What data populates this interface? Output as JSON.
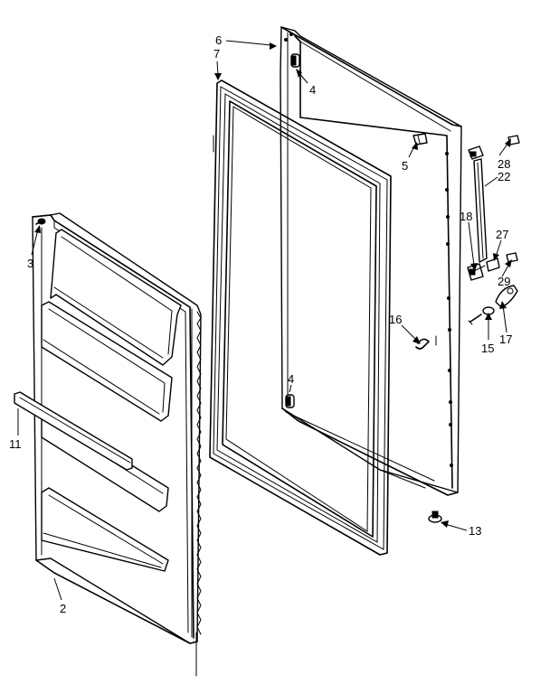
{
  "diagram": {
    "type": "exploded-parts-view",
    "callouts": [
      {
        "id": "label-2",
        "text": "2"
      },
      {
        "id": "label-3",
        "text": "3"
      },
      {
        "id": "label-4-top",
        "text": "4"
      },
      {
        "id": "label-4-bottom",
        "text": "4"
      },
      {
        "id": "label-5",
        "text": "5"
      },
      {
        "id": "label-6",
        "text": "6"
      },
      {
        "id": "label-7",
        "text": "7"
      },
      {
        "id": "label-11",
        "text": "11"
      },
      {
        "id": "label-13",
        "text": "13"
      },
      {
        "id": "label-15",
        "text": "15"
      },
      {
        "id": "label-16",
        "text": "16"
      },
      {
        "id": "label-17",
        "text": "17"
      },
      {
        "id": "label-18",
        "text": "18"
      },
      {
        "id": "label-22",
        "text": "22"
      },
      {
        "id": "label-27",
        "text": "27"
      },
      {
        "id": "label-28",
        "text": "28"
      },
      {
        "id": "label-29",
        "text": "29"
      }
    ]
  }
}
